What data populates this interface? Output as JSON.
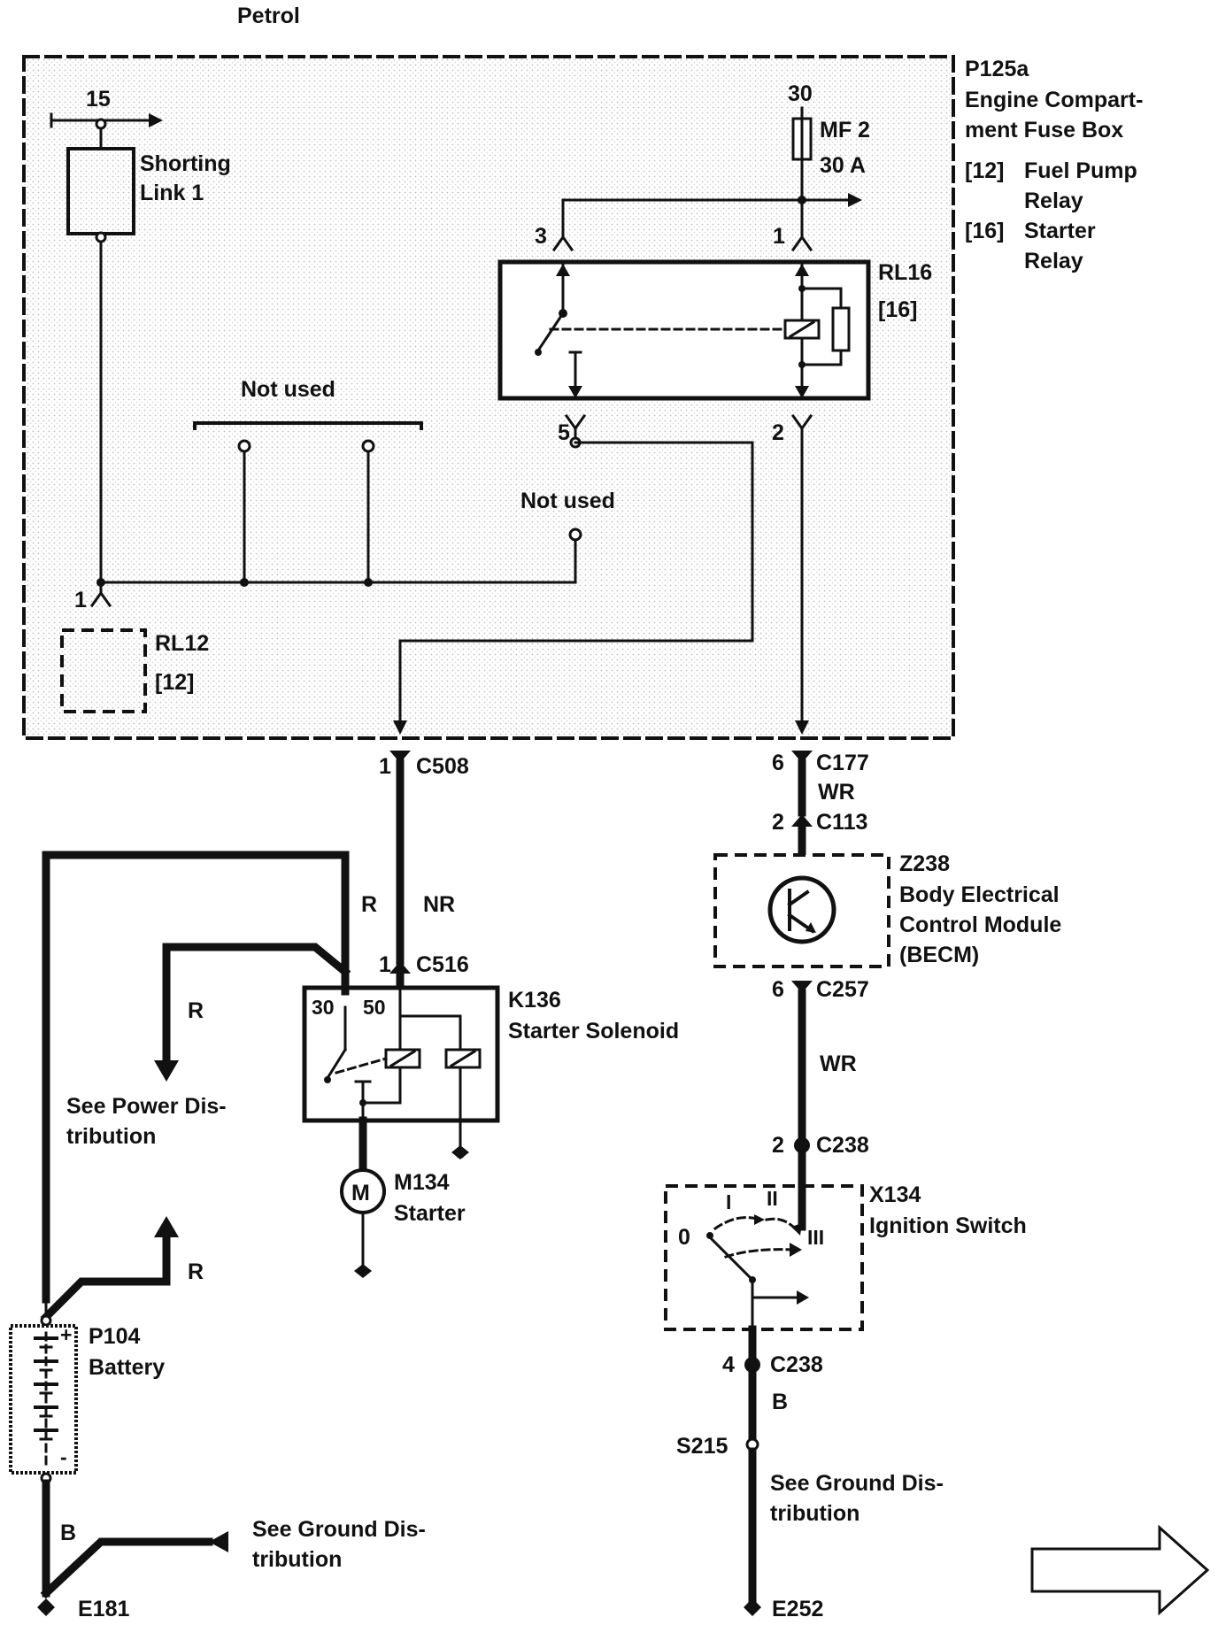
{
  "title": "Petrol",
  "fuse_box": {
    "ref": "P125a",
    "name_line1": "Engine Compart-",
    "name_line2": "ment Fuse Box",
    "legend": [
      {
        "code": "[12]",
        "line1": "Fuel Pump",
        "line2": "Relay"
      },
      {
        "code": "[16]",
        "line1": "Starter",
        "line2": "Relay"
      }
    ]
  },
  "feed_15": "15",
  "shorting_link": {
    "line1": "Shorting",
    "line2": "Link 1"
  },
  "not_used": "Not used",
  "fuse": {
    "feed": "30",
    "ref": "MF 2",
    "rating": "30 A"
  },
  "relay16": {
    "ref": "RL16",
    "code": "[16]",
    "pins": {
      "p1": "1",
      "p2": "2",
      "p3": "3",
      "p5": "5"
    }
  },
  "relay12": {
    "ref": "RL12",
    "code": "[12]",
    "pin": "1"
  },
  "connectors": {
    "c508": {
      "pin": "1",
      "ref": "C508"
    },
    "c177": {
      "pin": "6",
      "ref": "C177"
    },
    "c113": {
      "pin": "2",
      "ref": "C113"
    },
    "c516": {
      "pin": "1",
      "ref": "C516"
    },
    "c257": {
      "pin": "6",
      "ref": "C257"
    },
    "c238_top": {
      "pin": "2",
      "ref": "C238"
    },
    "c238_bot": {
      "pin": "4",
      "ref": "C238"
    }
  },
  "wire_colors": {
    "wr_upper": "WR",
    "wr_lower": "WR",
    "nr": "NR",
    "r_top": "R",
    "r_left": "R",
    "r_bottom": "R",
    "b_left": "B",
    "b_right": "B"
  },
  "becm": {
    "ref": "Z238",
    "line1": "Body Electrical",
    "line2": "Control Module",
    "line3": "(BECM)"
  },
  "solenoid": {
    "ref": "K136",
    "name": "Starter Solenoid",
    "t30": "30",
    "t50": "50"
  },
  "starter": {
    "ref": "M134",
    "name": "Starter",
    "symbol": "M"
  },
  "battery": {
    "ref": "P104",
    "name": "Battery",
    "plus": "+",
    "minus": "-"
  },
  "ignition": {
    "ref": "X134",
    "name": "Ignition Switch",
    "pos0": "0",
    "pos1": "I",
    "pos2": "II",
    "pos3": "III"
  },
  "splice": "S215",
  "ground_left": "E181",
  "ground_right": "E252",
  "see_power": {
    "line1": "See Power Dis-",
    "line2": "tribution"
  },
  "see_ground_left": {
    "line1": "See Ground Dis-",
    "line2": "tribution"
  },
  "see_ground_right": {
    "line1": "See Ground Dis-",
    "line2": "tribution"
  },
  "next_page_icon": "arrow-right-icon"
}
